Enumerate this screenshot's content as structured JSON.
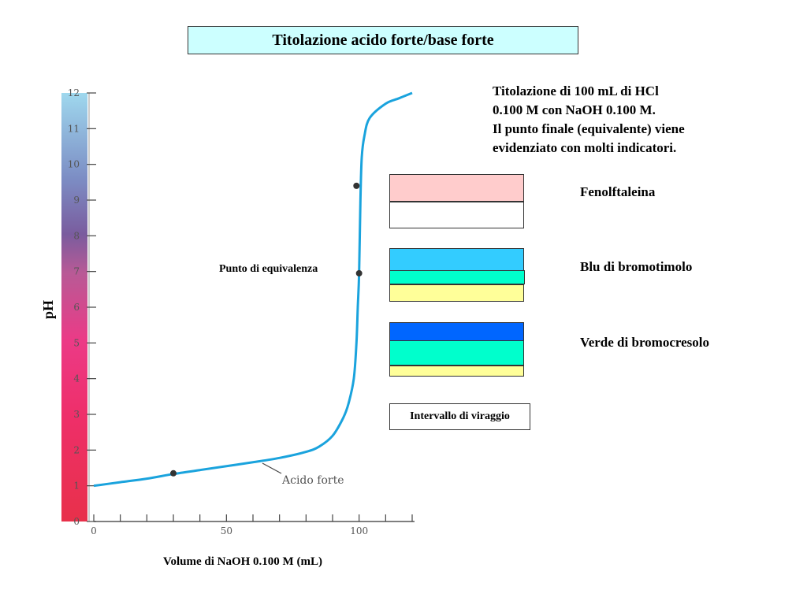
{
  "title": "Titolazione  acido forte/base forte",
  "description": [
    "Titolazione  di  100 mL  di  HCl",
    "0.100  M  con  NaOH  0.100  M.",
    "Il  punto finale (equivalente)  viene",
    "evidenziato  con  molti  indicatori."
  ],
  "indicators": [
    {
      "name": "Fenolftaleina",
      "colors": [
        "#ffcccc",
        "#ffffff"
      ]
    },
    {
      "name": "Blu di  bromotimolo",
      "colors": [
        "#33ccff",
        "#00ffcc",
        "#ffff99"
      ]
    },
    {
      "name": "Verde di bromocresolo",
      "colors": [
        "#0066ff",
        "#00ffcc",
        "#ffff99"
      ]
    }
  ],
  "legend": "Intervallo  di  viraggio",
  "equivalence_label": "Punto di equivalenza",
  "curve_label": "Acido forte",
  "colors": {
    "curve": "#1aa3dd",
    "point": "#333333",
    "title_bg": "#ccffff"
  },
  "chart_data": {
    "type": "line",
    "title": "Titolazione  acido forte/base forte",
    "xlabel": "Volume  di  NaOH  0.100  M  (mL)",
    "ylabel": "pH",
    "xlim": [
      0,
      120
    ],
    "ylim": [
      0,
      12
    ],
    "x_ticks": [
      0,
      50,
      100
    ],
    "x_minor_step": 10,
    "y_ticks": [
      0,
      1,
      2,
      3,
      4,
      5,
      6,
      7,
      8,
      9,
      10,
      11,
      12
    ],
    "series": [
      {
        "x": [
          0,
          10,
          20,
          30,
          40,
          50,
          60,
          70,
          80,
          85,
          90,
          94,
          96,
          98,
          99,
          99.5,
          100,
          100.5,
          101,
          102,
          104,
          110,
          115,
          120
        ],
        "y": [
          1.0,
          1.1,
          1.2,
          1.33,
          1.44,
          1.55,
          1.66,
          1.78,
          1.95,
          2.1,
          2.4,
          2.9,
          3.3,
          4.0,
          5.0,
          6.0,
          6.95,
          9.0,
          10.2,
          10.8,
          11.3,
          11.7,
          11.85,
          12.0
        ]
      }
    ],
    "marked_points": [
      {
        "x": 30,
        "y": 1.35
      },
      {
        "x": 100,
        "y": 6.95
      },
      {
        "x": 99,
        "y": 9.4
      }
    ]
  }
}
